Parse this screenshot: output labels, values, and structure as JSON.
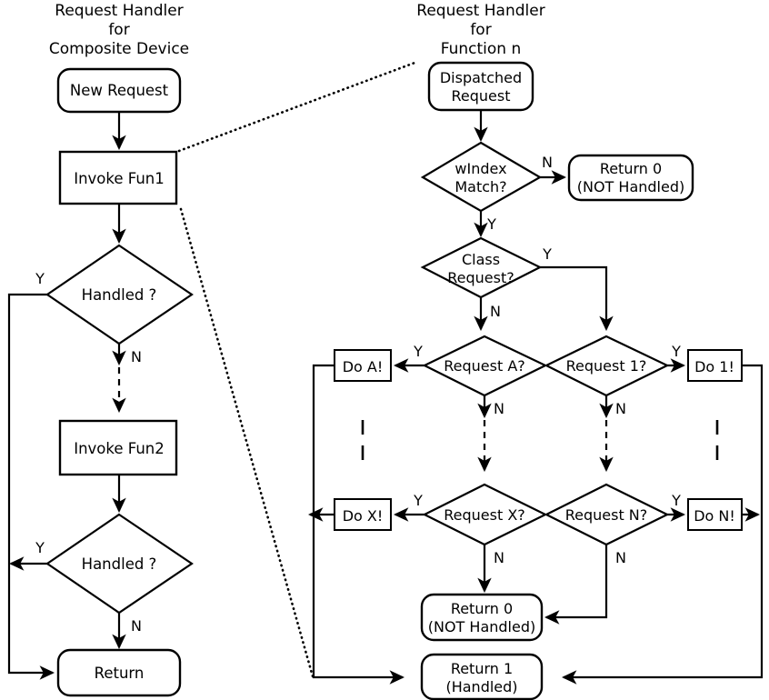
{
  "diagram": {
    "title_left_lines": [
      "Request Handler",
      "for",
      "Composite Device"
    ],
    "title_right_lines": [
      "Request Handler",
      "for",
      "Function n"
    ]
  },
  "left_flow": {
    "new_request": "New Request",
    "invoke_fun1": "Invoke Fun1",
    "handled_1": "Handled ?",
    "handled_1_yes": "Y",
    "handled_1_no": "N",
    "invoke_fun2": "Invoke Fun2",
    "handled_2": "Handled ?",
    "handled_2_yes": "Y",
    "handled_2_no": "N",
    "return": "Return"
  },
  "right_flow": {
    "dispatched_request_line1": "Dispatched",
    "dispatched_request_line2": "Request",
    "windex_match_line1": "wIndex",
    "windex_match_line2": "Match?",
    "windex_no": "N",
    "windex_yes": "Y",
    "return0_top_line1": "Return 0",
    "return0_top_line2": "(NOT Handled)",
    "class_request_line1": "Class",
    "class_request_line2": "Request?",
    "class_yes": "Y",
    "class_no": "N",
    "request_a": "Request A?",
    "request_a_yes": "Y",
    "request_a_no": "N",
    "do_a": "Do A!",
    "request_x": "Request X?",
    "request_x_yes": "Y",
    "request_x_no": "N",
    "do_x": "Do X!",
    "request_1": "Request 1?",
    "request_1_yes": "Y",
    "request_1_no": "N",
    "do_1": "Do 1!",
    "request_n": "Request N?",
    "request_n_yes": "Y",
    "request_n_no": "N",
    "do_n": "Do N!",
    "return0_bottom_line1": "Return 0",
    "return0_bottom_line2": "(NOT Handled)",
    "return1_line1": "Return 1",
    "return1_line2": "(Handled)"
  },
  "colors": {
    "stroke": "#000000",
    "fill": "#ffffff",
    "background": "#ffffff"
  }
}
